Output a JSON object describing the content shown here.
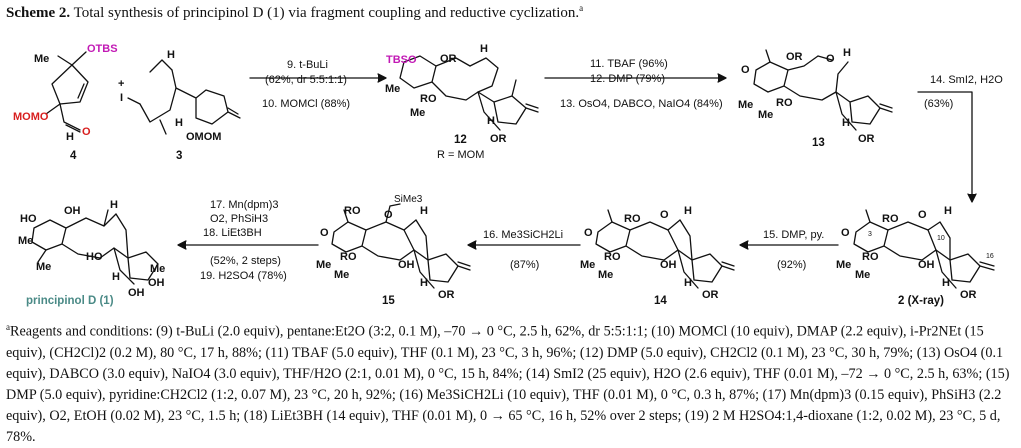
{
  "caption": {
    "prefix": "Scheme 2.",
    "text": " Total synthesis of principinol D (1) via fragment coupling and reductive cyclization.",
    "mark": "a"
  },
  "compounds": {
    "c4": "4",
    "c3": "3",
    "c12": "12",
    "c12_note": "R = MOM",
    "c13": "13",
    "c2": "2 (X-ray)",
    "c14": "14",
    "c15": "15",
    "c1": "principinol D (1)"
  },
  "atom_labels": {
    "otbs": "OTBS",
    "tbso": "TBSO",
    "me": "Me",
    "momo": "MOMO",
    "omom": "OMOM",
    "h": "H",
    "o": "O",
    "i": "I",
    "or": "OR",
    "ro": "RO",
    "oh": "OH",
    "ho": "HO",
    "sime3": "SiMe3",
    "n10": "10",
    "n16": "16",
    "n3": "3",
    "plus": "+"
  },
  "conditions": {
    "step9": "9. t-BuLi",
    "step9b": "(62%, dr 5:5:1:1)",
    "step10": "10. MOMCl (88%)",
    "step11": "11. TBAF (96%)",
    "step12": "12. DMP (79%)",
    "step13": "13. OsO4, DABCO, NaIO4 (84%)",
    "step14": "14. SmI2, H2O",
    "step14b": "(63%)",
    "step15": "15. DMP, py.",
    "step15b": "(92%)",
    "step16": "16. Me3SiCH2Li",
    "step16b": "(87%)",
    "step17": "17. Mn(dpm)3",
    "step17b": "O2, PhSiH3",
    "step18": "18. LiEt3BH",
    "step18b": "(52%, 2 steps)",
    "step19": "19. H2SO4 (78%)"
  },
  "footnote": {
    "mark": "a",
    "text": "Reagents and conditions: (9) t-BuLi (2.0 equiv), pentane:Et2O (3:2, 0.1 M), –70 → 0 °C, 2.5 h, 62%, dr 5:5:1:1; (10) MOMCl (10 equiv), DMAP (2.2 equiv), i-Pr2NEt (15 equiv), (CH2Cl)2 (0.2 M), 80 °C, 17 h, 88%; (11) TBAF (5.0 equiv), THF (0.1 M), 23 °C, 3 h, 96%; (12) DMP (5.0 equiv), CH2Cl2 (0.1 M), 23 °C, 30 h, 79%; (13) OsO4 (0.1 equiv), DABCO (3.0 equiv), NaIO4 (3.0 equiv), THF/H2O (2:1, 0.01 M), 0 °C, 15 h, 84%; (14) SmI2 (25 equiv), H2O (2.6 equiv), THF (0.01 M), –72 → 0 °C, 2.5 h, 63%; (15) DMP (5.0 equiv), pyridine:CH2Cl2 (1:2, 0.07 M), 23 °C, 20 h, 92%; (16) Me3SiCH2Li (10 equiv), THF (0.01 M), 0 °C, 0.3 h, 87%; (17) Mn(dpm)3 (0.15 equiv), PhSiH3 (2.2 equiv), O2, EtOH (0.02 M), 23 °C, 1.5 h; (18) LiEt3BH (14 equiv), THF (0.01 M), 0 → 65 °C, 16 h, 52% over 2 steps; (19) 2 M H2SO4:1,4-dioxane (1:2, 0.02 M), 23 °C, 5 d, 78%."
  }
}
